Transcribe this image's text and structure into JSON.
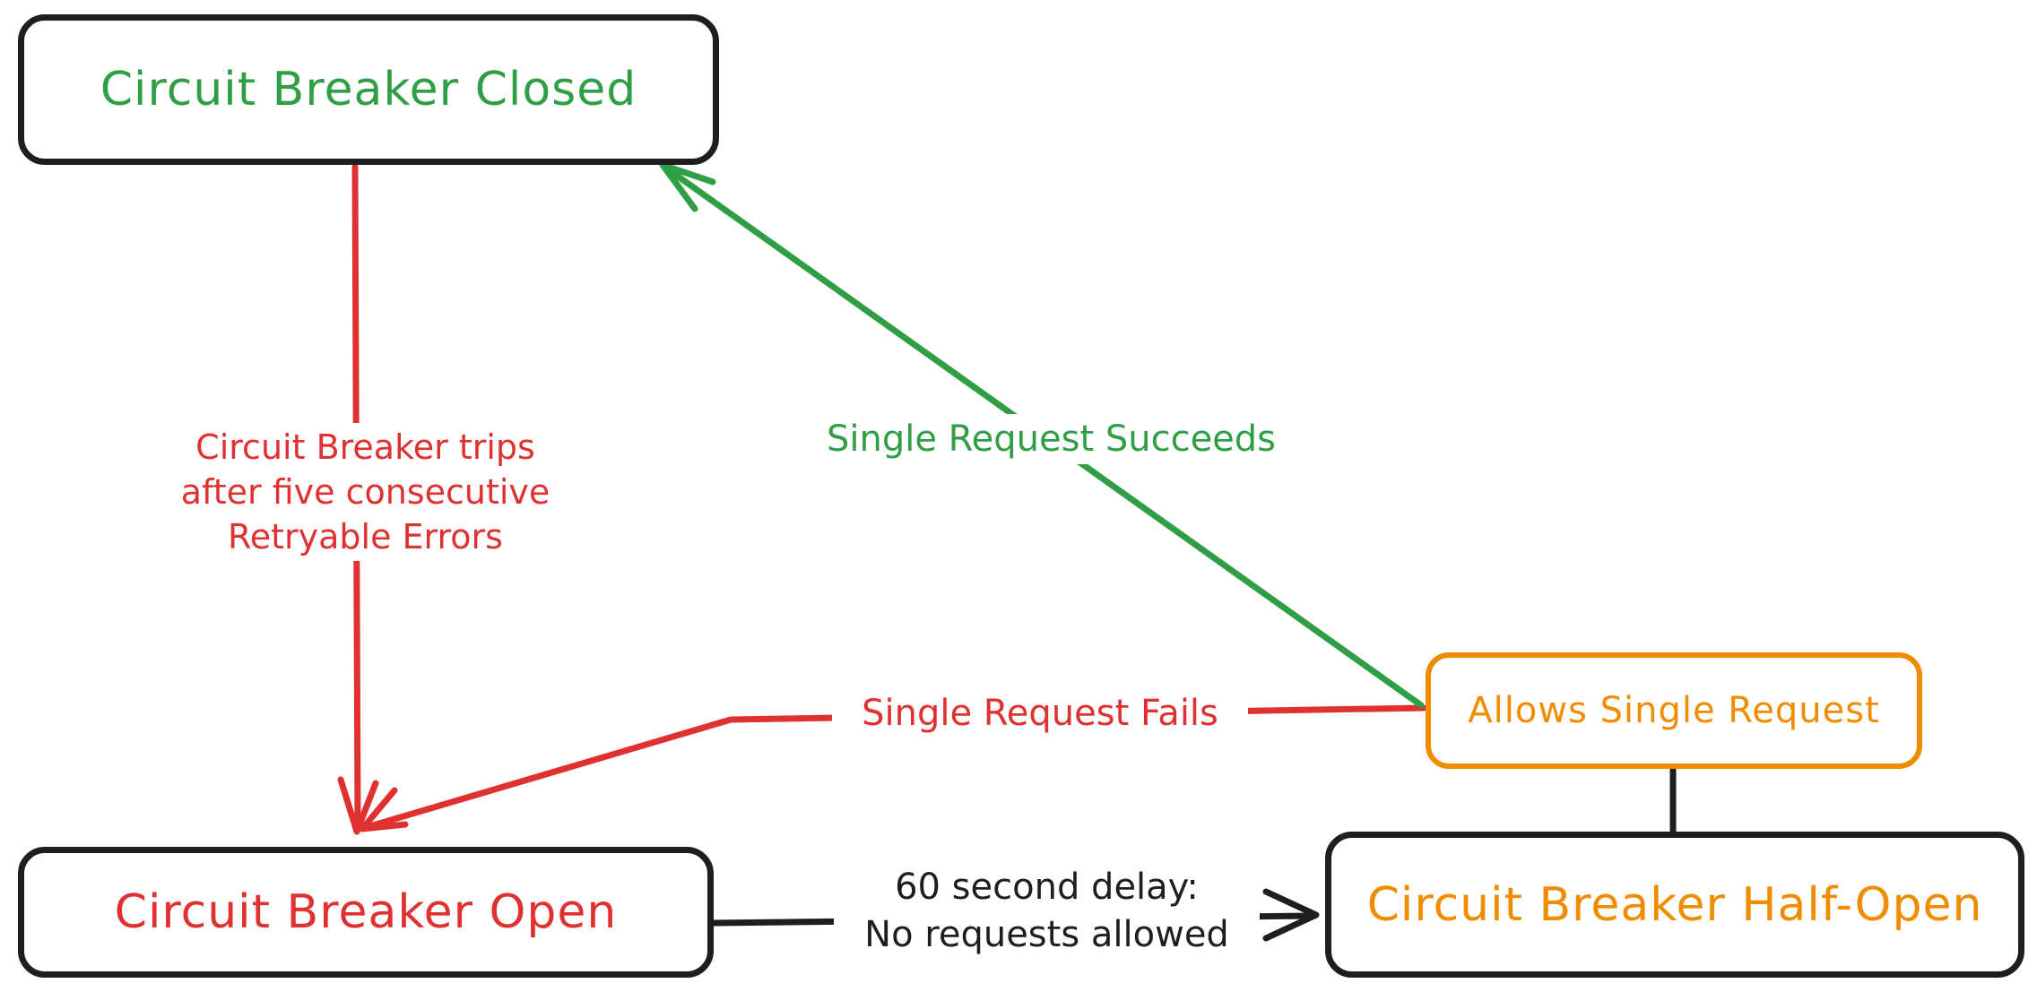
{
  "colors": {
    "black": "#1e1e1e",
    "red": "#e03131",
    "green": "#2f9e44",
    "orange": "#f08c00",
    "background": "#ffffff"
  },
  "nodes": {
    "closed": {
      "label": "Circuit Breaker Closed"
    },
    "open": {
      "label": "Circuit Breaker Open"
    },
    "half_open": {
      "label": "Circuit Breaker Half-Open"
    },
    "allows": {
      "label": "Allows Single Request"
    }
  },
  "edges": {
    "trips": {
      "from": "closed",
      "to": "open",
      "label_lines": [
        "Circuit Breaker trips",
        "after five consecutive",
        "Retryable Errors"
      ]
    },
    "succeeds": {
      "from": "allows",
      "to": "closed",
      "label": "Single Request Succeeds"
    },
    "fails": {
      "from": "allows",
      "to": "open",
      "label": "Single Request Fails"
    },
    "delay": {
      "from": "open",
      "to": "half_open",
      "label_lines": [
        "60 second delay:",
        "No requests allowed"
      ]
    },
    "half_open_to_allows": {
      "from": "half_open",
      "to": "allows",
      "label": ""
    }
  }
}
